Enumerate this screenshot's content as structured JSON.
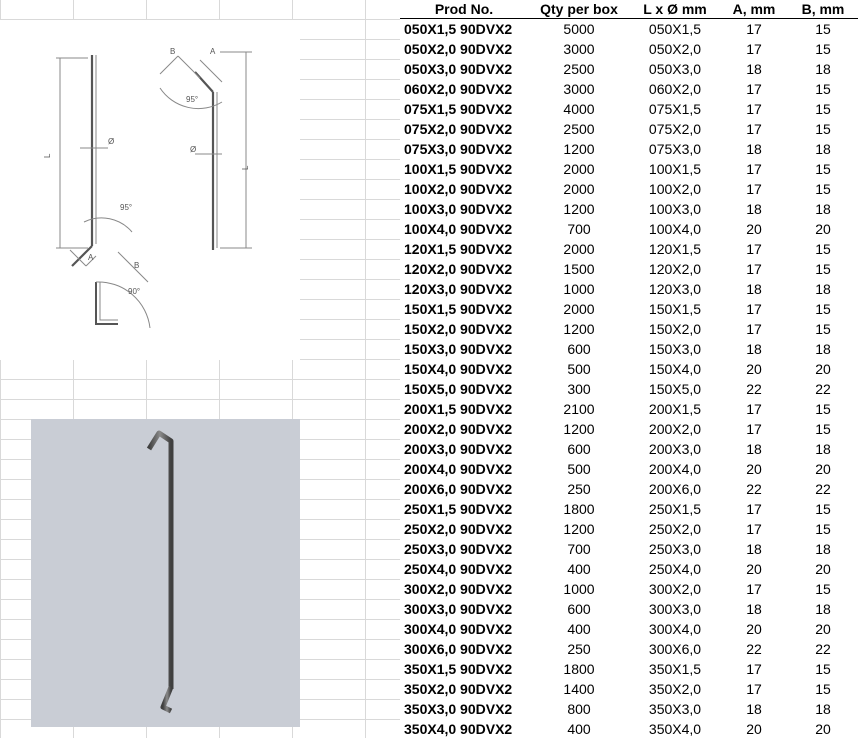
{
  "table": {
    "headers": [
      "Prod No.",
      "Qty per box",
      "L x Ø mm",
      "A, mm",
      "B, mm"
    ],
    "rows": [
      [
        "050X1,5 90DVX2",
        "5000",
        "050X1,5",
        "17",
        "15"
      ],
      [
        "050X2,0 90DVX2",
        "3000",
        "050X2,0",
        "17",
        "15"
      ],
      [
        "050X3,0 90DVX2",
        "2500",
        "050X3,0",
        "18",
        "18"
      ],
      [
        "060X2,0 90DVX2",
        "3000",
        "060X2,0",
        "17",
        "15"
      ],
      [
        "075X1,5 90DVX2",
        "4000",
        "075X1,5",
        "17",
        "15"
      ],
      [
        "075X2,0 90DVX2",
        "2500",
        "075X2,0",
        "17",
        "15"
      ],
      [
        "075X3,0 90DVX2",
        "1200",
        "075X3,0",
        "18",
        "18"
      ],
      [
        "100X1,5 90DVX2",
        "2000",
        "100X1,5",
        "17",
        "15"
      ],
      [
        "100X2,0 90DVX2",
        "2000",
        "100X2,0",
        "17",
        "15"
      ],
      [
        "100X3,0 90DVX2",
        "1200",
        "100X3,0",
        "18",
        "18"
      ],
      [
        "100X4,0 90DVX2",
        "700",
        "100X4,0",
        "20",
        "20"
      ],
      [
        "120X1,5 90DVX2",
        "2000",
        "120X1,5",
        "17",
        "15"
      ],
      [
        "120X2,0 90DVX2",
        "1500",
        "120X2,0",
        "17",
        "15"
      ],
      [
        "120X3,0 90DVX2",
        "1000",
        "120X3,0",
        "18",
        "18"
      ],
      [
        "150X1,5 90DVX2",
        "2000",
        "150X1,5",
        "17",
        "15"
      ],
      [
        "150X2,0 90DVX2",
        "1200",
        "150X2,0",
        "17",
        "15"
      ],
      [
        "150X3,0 90DVX2",
        "600",
        "150X3,0",
        "18",
        "18"
      ],
      [
        "150X4,0 90DVX2",
        "500",
        "150X4,0",
        "20",
        "20"
      ],
      [
        "150X5,0 90DVX2",
        "300",
        "150X5,0",
        "22",
        "22"
      ],
      [
        "200X1,5 90DVX2",
        "2100",
        "200X1,5",
        "17",
        "15"
      ],
      [
        "200X2,0 90DVX2",
        "1200",
        "200X2,0",
        "17",
        "15"
      ],
      [
        "200X3,0 90DVX2",
        "600",
        "200X3,0",
        "18",
        "18"
      ],
      [
        "200X4,0 90DVX2",
        "500",
        "200X4,0",
        "20",
        "20"
      ],
      [
        "200X6,0 90DVX2",
        "250",
        "200X6,0",
        "22",
        "22"
      ],
      [
        "250X1,5 90DVX2",
        "1800",
        "250X1,5",
        "17",
        "15"
      ],
      [
        "250X2,0 90DVX2",
        "1200",
        "250X2,0",
        "17",
        "15"
      ],
      [
        "250X3,0 90DVX2",
        "700",
        "250X3,0",
        "18",
        "18"
      ],
      [
        "250X4,0 90DVX2",
        "400",
        "250X4,0",
        "20",
        "20"
      ],
      [
        "300X2,0 90DVX2",
        "1000",
        "300X2,0",
        "17",
        "15"
      ],
      [
        "300X3,0 90DVX2",
        "600",
        "300X3,0",
        "18",
        "18"
      ],
      [
        "300X4,0 90DVX2",
        "400",
        "300X4,0",
        "20",
        "20"
      ],
      [
        "300X6,0 90DVX2",
        "250",
        "300X6,0",
        "22",
        "22"
      ],
      [
        "350X1,5 90DVX2",
        "1800",
        "350X1,5",
        "17",
        "15"
      ],
      [
        "350X2,0 90DVX2",
        "1400",
        "350X2,0",
        "17",
        "15"
      ],
      [
        "350X3,0 90DVX2",
        "800",
        "350X3,0",
        "18",
        "18"
      ],
      [
        "350X4,0 90DVX2",
        "400",
        "350X4,0",
        "20",
        "20"
      ]
    ]
  },
  "drawing": {
    "label_L": "L",
    "label_D": "Ø",
    "label_A": "A",
    "label_B": "B",
    "angle_95": "95°",
    "angle_90": "90°"
  }
}
